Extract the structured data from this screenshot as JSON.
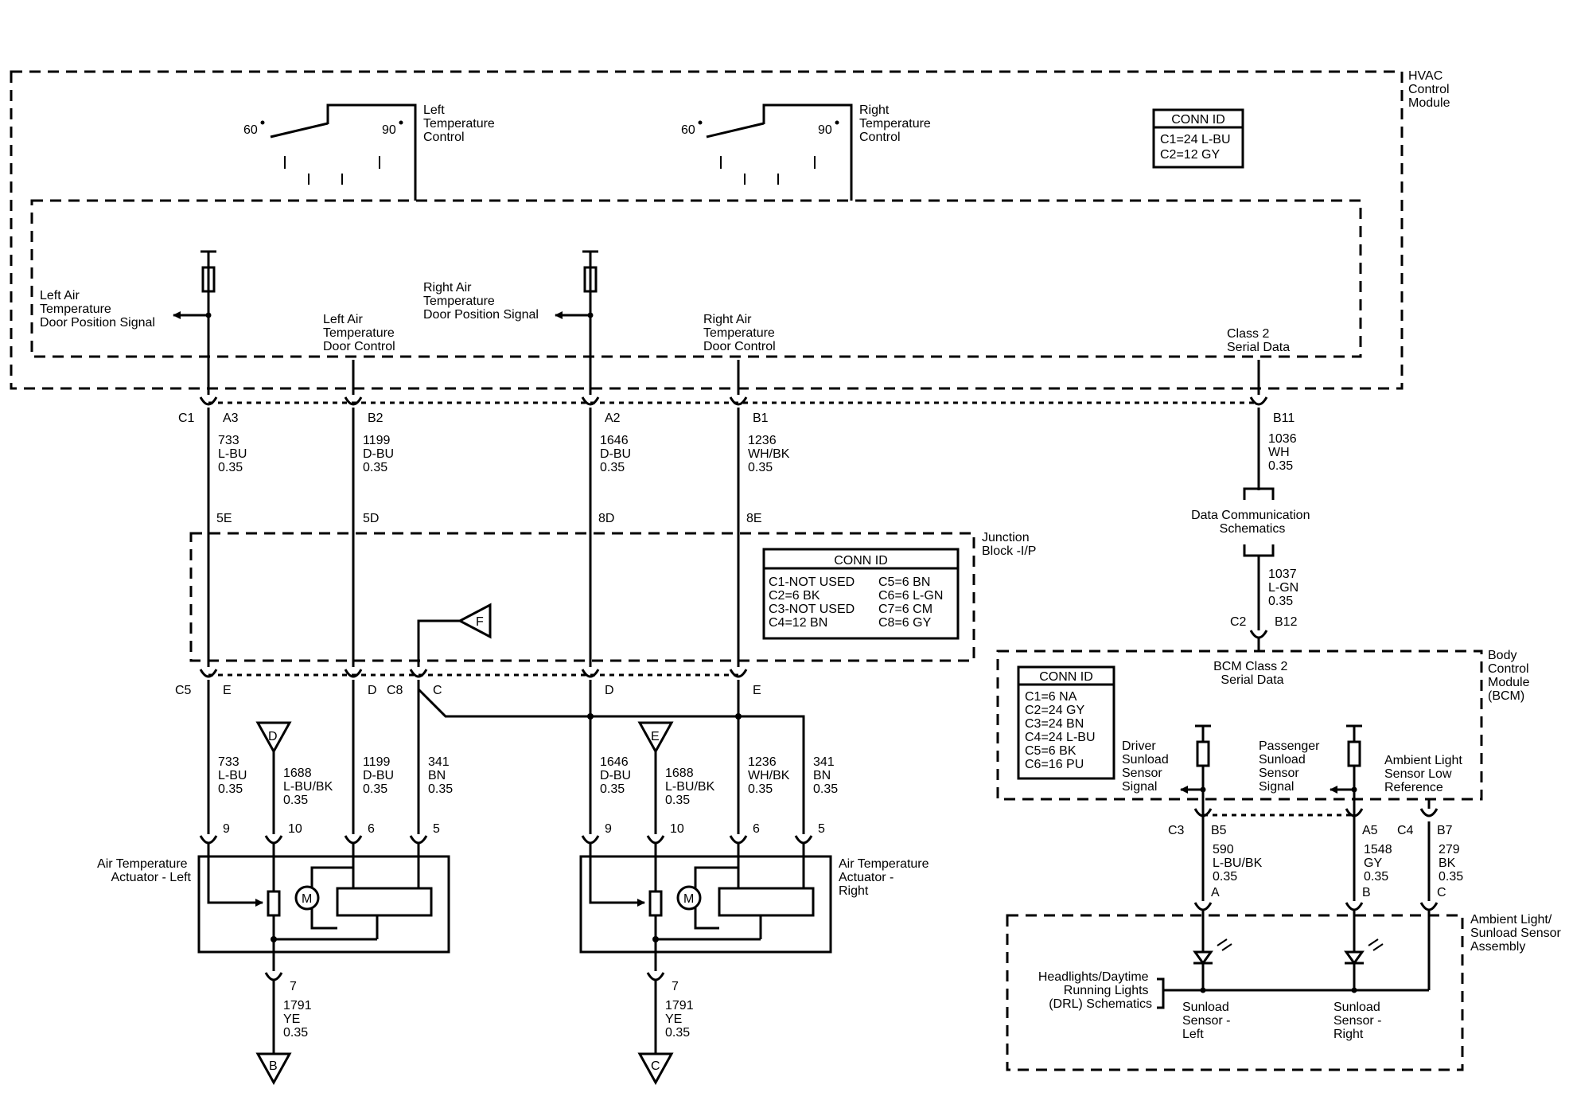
{
  "hvac_module": {
    "title": [
      "HVAC",
      "Control",
      "Module"
    ],
    "left_temp_control": [
      "Left",
      "Temperature",
      "Control"
    ],
    "right_temp_control": [
      "Right",
      "Temperature",
      "Control"
    ],
    "temp_low": "60",
    "temp_high": "90",
    "conn_id": {
      "header": "CONN ID",
      "lines": [
        "C1=24 L-BU",
        "C2=12 GY"
      ]
    },
    "left_pos_signal": [
      "Left Air",
      "Temperature",
      "Door Position Signal"
    ],
    "left_door_control": [
      "Left Air",
      "Temperature",
      "Door Control"
    ],
    "right_pos_signal": [
      "Right Air",
      "Temperature",
      "Door Position Signal"
    ],
    "right_door_control": [
      "Right Air",
      "Temperature",
      "Door Control"
    ],
    "class2": [
      "Class 2",
      "Serial Data"
    ]
  },
  "c1_connector": {
    "name": "C1",
    "pins": [
      "A3",
      "B2",
      "A2",
      "B1"
    ],
    "b11": "B11"
  },
  "upper_wires": [
    [
      "733",
      "L-BU",
      "0.35"
    ],
    [
      "1199",
      "D-BU",
      "0.35"
    ],
    [
      "1646",
      "D-BU",
      "0.35"
    ],
    [
      "1236",
      "WH/BK",
      "0.35"
    ]
  ],
  "class2_wire": [
    "1036",
    "WH",
    "0.35"
  ],
  "junction_block": {
    "title": [
      "Junction",
      "Block -I/P"
    ],
    "splices": [
      "5E",
      "5D",
      "8D",
      "8E"
    ],
    "conn_id": {
      "header": "CONN ID",
      "left": [
        "C1-NOT USED",
        "C2=6 BK",
        "C3-NOT USED",
        "C4=12 BN"
      ],
      "right": [
        "C5=6 BN",
        "C6=6 L-GN",
        "C7=6 CM",
        "C8=6 GY"
      ]
    },
    "lower_labels": {
      "c5": "C5",
      "c8": "C8",
      "pins": [
        "E",
        "D",
        "C",
        "D",
        "E"
      ]
    },
    "ground_f": "F"
  },
  "data_comm": [
    "Data Communication",
    "Schematics"
  ],
  "class2_wire2": [
    "1037",
    "L-GN",
    "0.35"
  ],
  "c2_b12": {
    "c": "C2",
    "b": "B12"
  },
  "lower_wires_left": [
    [
      "733",
      "L-BU",
      "0.35"
    ],
    [
      "1688",
      "L-BU/BK",
      "0.35"
    ],
    [
      "1199",
      "D-BU",
      "0.35"
    ],
    [
      "341",
      "BN",
      "0.35"
    ]
  ],
  "lower_wires_right": [
    [
      "1646",
      "D-BU",
      "0.35"
    ],
    [
      "1688",
      "L-BU/BK",
      "0.35"
    ],
    [
      "1236",
      "WH/BK",
      "0.35"
    ],
    [
      "341",
      "BN",
      "0.35"
    ]
  ],
  "ref_d": "D",
  "ref_e": "E",
  "actuator_pins": [
    "9",
    "10",
    "6",
    "5"
  ],
  "actuator_left": [
    "Air Temperature",
    "Actuator - Left"
  ],
  "actuator_right": [
    "Air Temperature",
    "Actuator -",
    "Right"
  ],
  "motor": "M",
  "ground_pin": "7",
  "ground_wire": [
    "1791",
    "YE",
    "0.35"
  ],
  "ground_b": "B",
  "ground_c": "C",
  "bcm": {
    "title": [
      "Body",
      "Control",
      "Module",
      "(BCM)"
    ],
    "class2": [
      "BCM Class 2",
      "Serial Data"
    ],
    "conn_id": {
      "header": "CONN ID",
      "lines": [
        "C1=6 NA",
        "C2=24 GY",
        "C3=24 BN",
        "C4=24 L-BU",
        "C5=6 BK",
        "C6=16 PU"
      ]
    },
    "driver": [
      "Driver",
      "Sunload",
      "Sensor",
      "Signal"
    ],
    "passenger": [
      "Passenger",
      "Sunload",
      "Sensor",
      "Signal"
    ],
    "ambient": [
      "Ambient Light",
      "Sensor Low",
      "Reference"
    ],
    "c3": "C3",
    "c4": "C4",
    "pins": [
      "B5",
      "A5",
      "B7"
    ]
  },
  "bcm_wires": [
    [
      "590",
      "L-BU/BK",
      "0.35"
    ],
    [
      "1548",
      "GY",
      "0.35"
    ],
    [
      "279",
      "BK",
      "0.35"
    ]
  ],
  "sensor_pins": [
    "A",
    "B",
    "C"
  ],
  "sensor_assembly": {
    "title": [
      "Ambient Light/",
      "Sunload Sensor",
      "Assembly"
    ],
    "headlights": [
      "Headlights/Daytime",
      "Running Lights",
      "(DRL) Schematics"
    ],
    "left": [
      "Sunload",
      "Sensor -",
      "Left"
    ],
    "right": [
      "Sunload",
      "Sensor -",
      "Right"
    ]
  }
}
